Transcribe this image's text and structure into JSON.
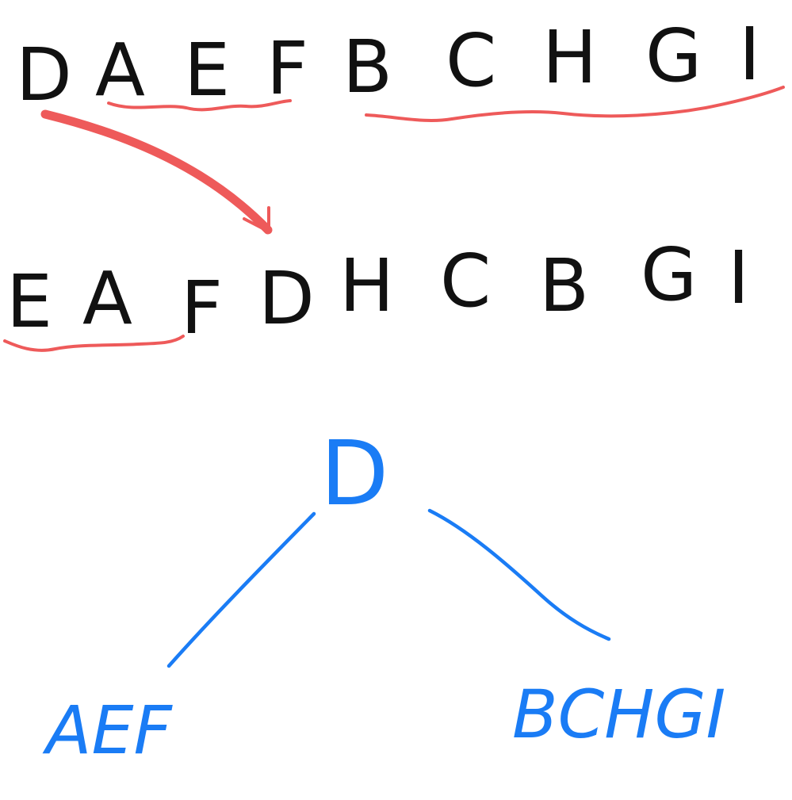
{
  "colors": {
    "ink": "#111111",
    "highlight": "#ee5a5a",
    "tree": "#1a7cf5"
  },
  "sequences": {
    "first": [
      "D",
      "A",
      "E",
      "F",
      "B",
      "C",
      "H",
      "G",
      "I"
    ],
    "second": [
      "E",
      "A",
      "F",
      "D",
      "H",
      "C",
      "B",
      "G",
      "I"
    ]
  },
  "tree": {
    "root": "D",
    "left": "AEF",
    "right": "BCHGI"
  }
}
